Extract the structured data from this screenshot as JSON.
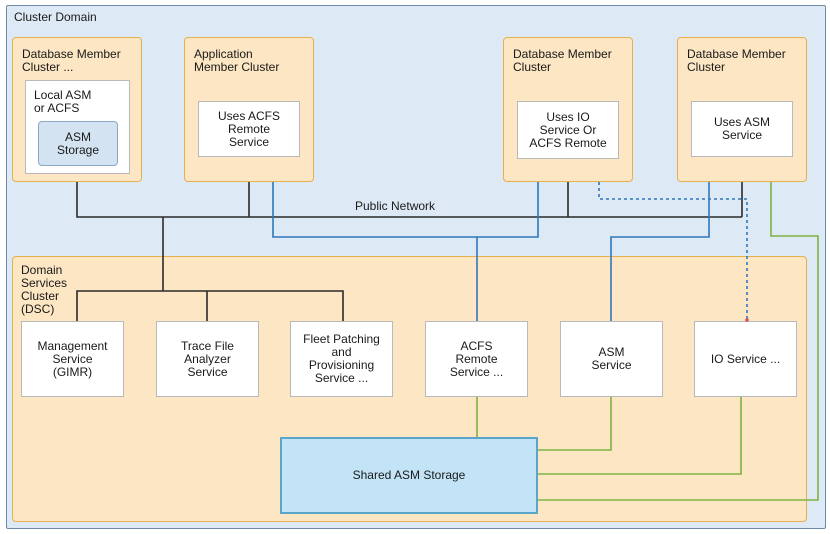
{
  "cluster_domain": {
    "title": "Cluster Domain"
  },
  "members": {
    "db1": {
      "title": "Database Member\nCluster ...",
      "inner_label": "Local ASM\nor ACFS",
      "storage_label": "ASM\nStorage"
    },
    "app": {
      "title": "Application\nMember Cluster",
      "inner_label": "Uses ACFS\nRemote\nService"
    },
    "db2": {
      "title": "Database Member\nCluster",
      "inner_label": "Uses IO\nService Or\nACFS Remote"
    },
    "db3": {
      "title": "Database Member\nCluster",
      "inner_label": "Uses ASM\nService"
    }
  },
  "network": {
    "label": "Public Network"
  },
  "dsc": {
    "title": "Domain\nServices\nCluster\n(DSC)",
    "services": [
      {
        "label": "Management\nService\n(GIMR)"
      },
      {
        "label": "Trace File\nAnalyzer\nService"
      },
      {
        "label": "Fleet Patching\nand\nProvisioning\nService ..."
      },
      {
        "label": "ACFS\nRemote\nService ..."
      },
      {
        "label": "ASM\nService"
      },
      {
        "label": "IO Service ..."
      }
    ],
    "shared_storage": {
      "label": "Shared ASM Storage"
    }
  },
  "colors": {
    "dark_line": "#2b2b2b",
    "blue_line": "#2e78bd",
    "green_line": "#7cb342",
    "dotted_line": "#2e78bd",
    "dot_red": "#d9534f"
  }
}
